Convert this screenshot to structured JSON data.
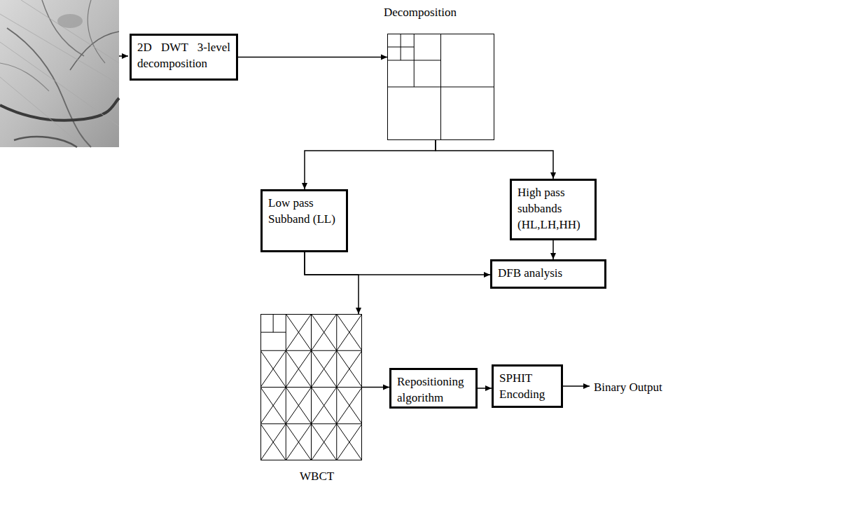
{
  "diagram": {
    "nodes": [
      {
        "text": [
          "2D DWT 3-level decomposition"
        ]
      },
      {
        "text": [
          "Decomposition"
        ]
      },
      {
        "text": [
          "Low pass Subband (LL)"
        ]
      },
      {
        "text": [
          "High pass subbands (HL,LH,HH)"
        ]
      },
      {
        "text": [
          "DFB analysis"
        ]
      },
      {
        "text": [
          "WBCT"
        ]
      },
      {
        "text": [
          "Repositioning algorithm"
        ]
      },
      {
        "text": [
          "SPHIT Encoding"
        ]
      }
    ],
    "edges": [
      {
        "from": 0,
        "to": 1,
        "arrow": "to"
      },
      {
        "from": 1,
        "to": 2,
        "arrow": "to"
      },
      {
        "from": 1,
        "to": 3,
        "arrow": "to"
      },
      {
        "from": 3,
        "to": 4,
        "arrow": "to"
      },
      {
        "from": 2,
        "to": 4,
        "arrow": "to"
      },
      {
        "from": 2,
        "to": 5,
        "arrow": "to"
      },
      {
        "from": 5,
        "to": 6,
        "arrow": "to"
      },
      {
        "from": 6,
        "to": 7,
        "arrow": "to"
      }
    ],
    "labels": [
      "Binary Output"
    ]
  }
}
